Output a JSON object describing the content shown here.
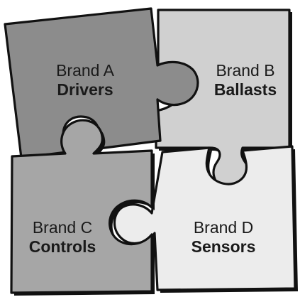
{
  "pieces": [
    {
      "id": "a",
      "brand": "Brand A",
      "product": "Drivers",
      "fill": "#8c8c8c"
    },
    {
      "id": "b",
      "brand": "Brand B",
      "product": "Ballasts",
      "fill": "#d0d0d0"
    },
    {
      "id": "c",
      "brand": "Brand C",
      "product": "Controls",
      "fill": "#a6a6a6"
    },
    {
      "id": "d",
      "brand": "Brand D",
      "product": "Sensors",
      "fill": "#ececec"
    }
  ]
}
